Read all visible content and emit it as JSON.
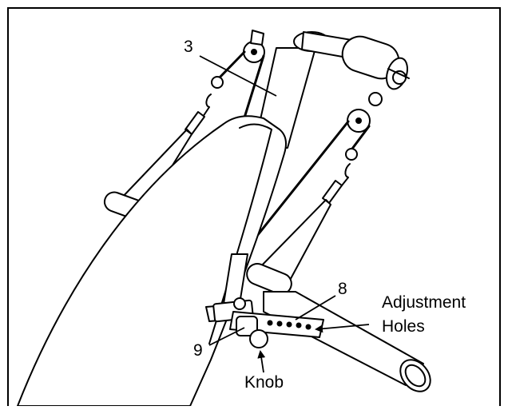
{
  "figure": {
    "parts": {
      "part_3": "3",
      "part_8": "8",
      "part_9": "9"
    },
    "callouts": {
      "adjustment_holes_line1": "Adjustment",
      "adjustment_holes_line2": "Holes",
      "knob": "Knob"
    }
  },
  "colors": {
    "ink": "#000000",
    "background": "#ffffff"
  }
}
